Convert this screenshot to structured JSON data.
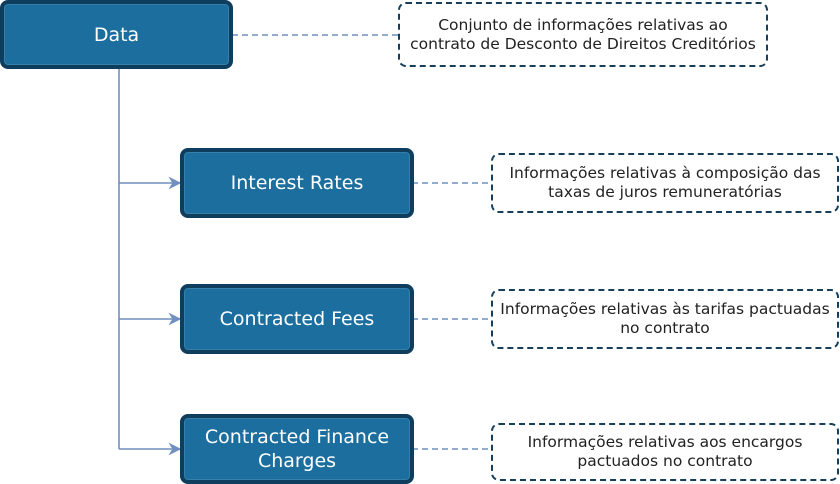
{
  "diagram": {
    "root": {
      "label": "Data",
      "description": "Conjunto de informações relativas ao contrato de Desconto de Direitos Creditórios"
    },
    "children": [
      {
        "label": "Interest Rates",
        "description": "Informações relativas à composição das taxas de juros remuneratórias"
      },
      {
        "label": "Contracted Fees",
        "description": "Informações relativas às tarifas pactuadas no contrato"
      },
      {
        "label": "Contracted Finance Charges",
        "description": "Informações relativas aos encargos pactuados no contrato"
      }
    ],
    "colors": {
      "node_fill": "#1b6e9e",
      "node_border": "#0f3d5e",
      "connector": "#6f8fbf",
      "note_border": "#173f5c"
    }
  }
}
